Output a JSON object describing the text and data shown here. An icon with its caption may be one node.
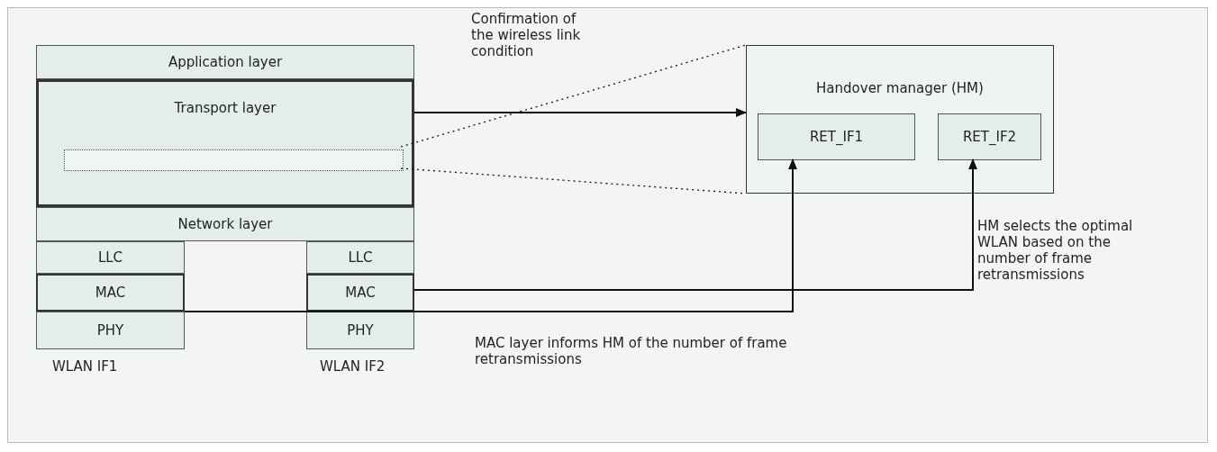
{
  "diagram": {
    "nodes": [
      {
        "text": [
          "Application layer"
        ]
      },
      {
        "text": [
          "Transport layer"
        ]
      },
      {
        "text": [],
        "shape": "box",
        "in": 1
      },
      {
        "text": [
          "Network layer"
        ]
      },
      {
        "text": [
          "LLC"
        ]
      },
      {
        "text": [
          "MAC"
        ]
      },
      {
        "text": [
          "PHY"
        ]
      },
      {
        "text": [
          "LLC"
        ]
      },
      {
        "text": [
          "MAC"
        ]
      },
      {
        "text": [
          "PHY"
        ]
      },
      {
        "text": [
          "Handover manager (HM)"
        ]
      },
      {
        "text": [
          "RET_IF1"
        ],
        "in": 10
      },
      {
        "text": [
          "RET_IF2"
        ],
        "in": 10
      }
    ],
    "edges": [
      {
        "from": 1,
        "to": 10,
        "arrow": "to",
        "label": "Confirmation of the wireless link condition"
      },
      {
        "from": 5,
        "to": 11,
        "arrow": "to"
      },
      {
        "from": 8,
        "to": 12,
        "arrow": "to"
      },
      {
        "from": 2,
        "to": 10,
        "arrow": "none",
        "style": "dashed"
      },
      {
        "from": 2,
        "to": 10,
        "arrow": "none",
        "style": "dashed"
      }
    ],
    "labels": [
      "HM selects the optimal WLAN based on the number of frame retransmissions",
      "MAC layer informs HM of the number of frame retransmissions",
      "WLAN IF1",
      "WLAN IF2"
    ]
  }
}
